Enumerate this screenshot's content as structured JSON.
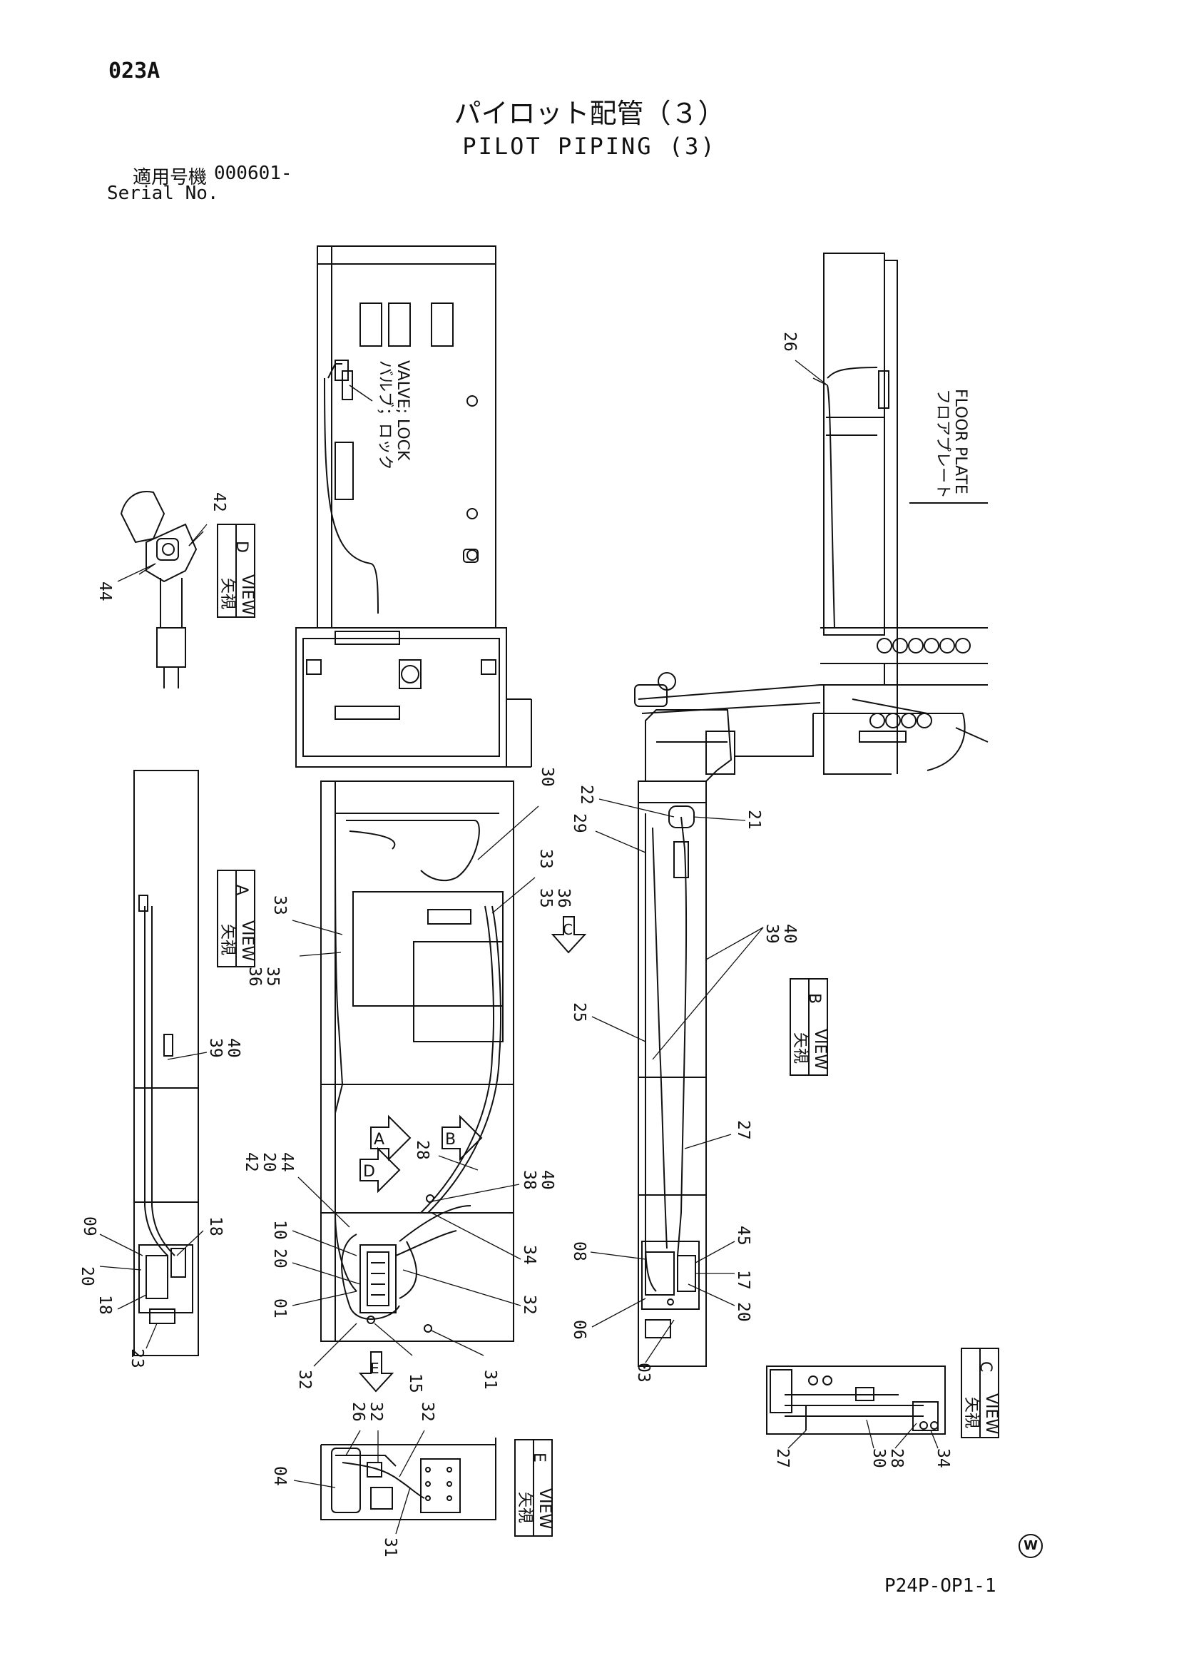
{
  "header": {
    "page_code": "023A",
    "title_jp": "パイロット配管（３）",
    "title_en": "PILOT PIPING (3)",
    "serial_label_jp": "適用号機",
    "serial_value": "000601-",
    "serial_label_en": "Serial No."
  },
  "labels": {
    "valve_lock_jp": "バルブ；ロック",
    "valve_lock_en": "VALVE; LOCK",
    "floor_plate_jp": "フロアプレート",
    "floor_plate_en": "FLOOR PLATE"
  },
  "views": {
    "prefix_jp": "矢視",
    "prefix_en": "VIEW",
    "letters": [
      "A",
      "B",
      "C",
      "D",
      "E"
    ]
  },
  "callouts": {
    "c26_top": "26",
    "c42_d": "42",
    "c44_d": "44",
    "c30_main": "30",
    "c33_right": "33",
    "c35_right": "35",
    "c36_right": "36",
    "c33_left": "33",
    "c36_left": "36",
    "c35_left": "35",
    "c39_a": "39",
    "c40_a": "40",
    "c28_main": "28",
    "c38_main": "38",
    "c40_main": "40",
    "c42_main": "42",
    "c20_main_a": "20",
    "c44_main": "44",
    "c10_main": "10",
    "c20_main_b": "20",
    "c01_main": "01",
    "c34_main": "34",
    "c32_main_r": "32",
    "c32_main_l": "32",
    "c15_main": "15",
    "c31_main": "31",
    "c09_a": "09",
    "c20_a": "20",
    "c18_a_r": "18",
    "c18_a_l": "18",
    "c23_a": "23",
    "c22_b": "22",
    "c21_b": "21",
    "c29_b": "29",
    "c39_b": "39",
    "c40_b": "40",
    "c25_b": "25",
    "c27_b": "27",
    "c08_b": "08",
    "c45_b": "45",
    "c17_b": "17",
    "c20_b": "20",
    "c06_b": "06",
    "c03_b": "03",
    "c27_c": "27",
    "c30_c": "30",
    "c28_c": "28",
    "c34_c": "34",
    "c26_e": "26",
    "c32_e_a": "32",
    "c32_e_b": "32",
    "c04_e": "04",
    "c31_e": "31"
  },
  "footer": {
    "drawing_code": "P24P-OP1-1",
    "mark": "W"
  }
}
